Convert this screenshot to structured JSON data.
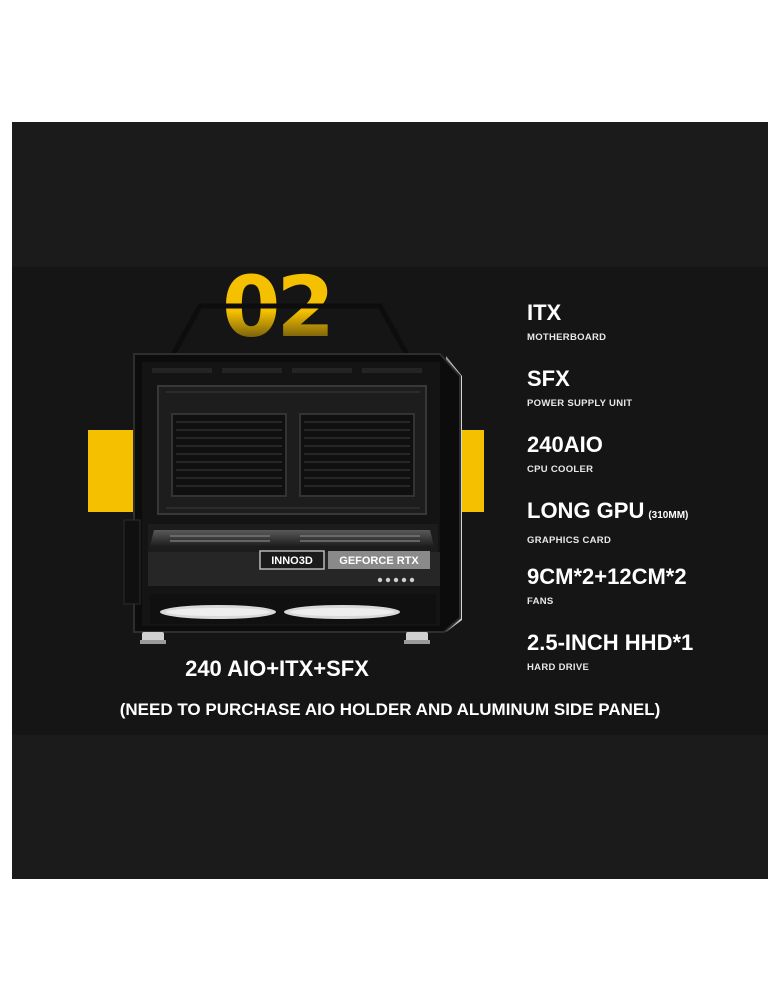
{
  "badge": {
    "number": "02"
  },
  "gpu": {
    "brand": "INNO3D",
    "model": "GEFORCE RTX"
  },
  "specs": [
    {
      "title": "ITX",
      "subtitle": "MOTHERBOARD"
    },
    {
      "title": "SFX",
      "subtitle": "POWER SUPPLY UNIT"
    },
    {
      "title": "240AIO",
      "subtitle": "CPU COOLER"
    },
    {
      "title": "LONG GPU",
      "note": "(310MM)",
      "subtitle": "GRAPHICS CARD"
    },
    {
      "title": "9CM*2+12CM*2",
      "subtitle": "FANS"
    },
    {
      "title": "2.5-INCH HHD*1",
      "subtitle": "HARD DRIVE"
    }
  ],
  "caption": {
    "main": "240 AIO+ITX+SFX",
    "note": "(NEED TO PURCHASE AIO HOLDER AND ALUMINUM SIDE PANEL)"
  },
  "colors": {
    "accent": "#f5c000",
    "background": "#1b1b1b",
    "band": "#151515",
    "text": "#ffffff"
  }
}
